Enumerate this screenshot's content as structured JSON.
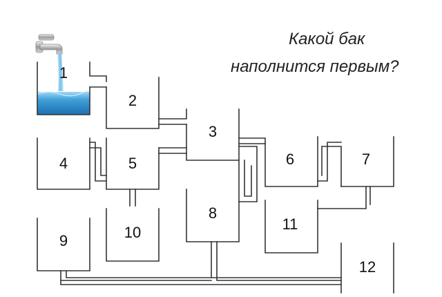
{
  "question": {
    "line1": "Какой бак",
    "line2": "наполнится первым?"
  },
  "tanks": [
    {
      "id": 1,
      "label": "1",
      "filled": true
    },
    {
      "id": 2,
      "label": "2",
      "filled": false
    },
    {
      "id": 3,
      "label": "3",
      "filled": false
    },
    {
      "id": 4,
      "label": "4",
      "filled": false
    },
    {
      "id": 5,
      "label": "5",
      "filled": false
    },
    {
      "id": 6,
      "label": "6",
      "filled": false
    },
    {
      "id": 7,
      "label": "7",
      "filled": false
    },
    {
      "id": 8,
      "label": "8",
      "filled": false
    },
    {
      "id": 9,
      "label": "9",
      "filled": false
    },
    {
      "id": 10,
      "label": "10",
      "filled": false
    },
    {
      "id": 11,
      "label": "11",
      "filled": false
    },
    {
      "id": 12,
      "label": "12",
      "filled": false
    }
  ],
  "icons": {
    "faucet": "faucet-icon",
    "water": "water-stream"
  },
  "colors": {
    "water": "#2f8fd0",
    "water_light": "#8fd0f0",
    "lines": "#333333"
  }
}
